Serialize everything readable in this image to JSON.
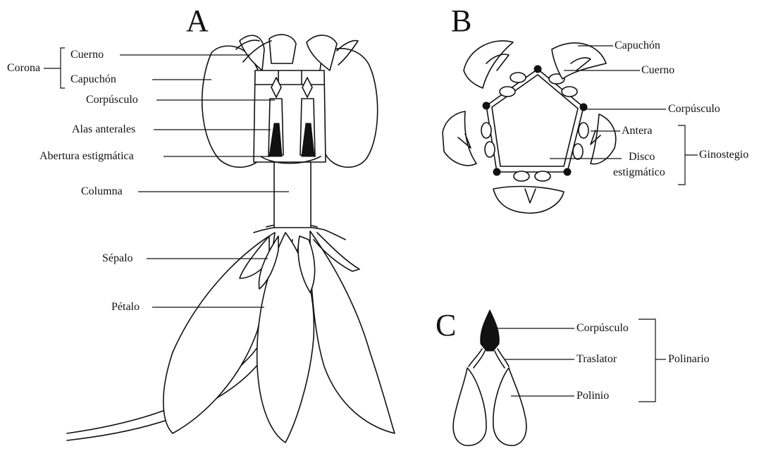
{
  "panels": {
    "a": "A",
    "b": "B",
    "c": "C"
  },
  "panel_a": {
    "corona": "Corona",
    "cuerno": "Cuerno",
    "capuchon": "Capuchón",
    "corpusculo": "Corpúsculo",
    "alas_anterales": "Alas anterales",
    "abertura_estigmatica": "Abertura estigmática",
    "columna": "Columna",
    "sepalo": "Sépalo",
    "petalo": "Pétalo"
  },
  "panel_b": {
    "capuchon": "Capuchón",
    "cuerno": "Cuerno",
    "corpusculo": "Corpúsculo",
    "antera": "Antera",
    "disco_line1": "Disco",
    "disco_line2": "estigmático",
    "ginostegio": "Ginostegio"
  },
  "panel_c": {
    "corpusculo": "Corpúsculo",
    "traslator": "Traslator",
    "polinio": "Polinio",
    "polinario": "Polinario"
  }
}
